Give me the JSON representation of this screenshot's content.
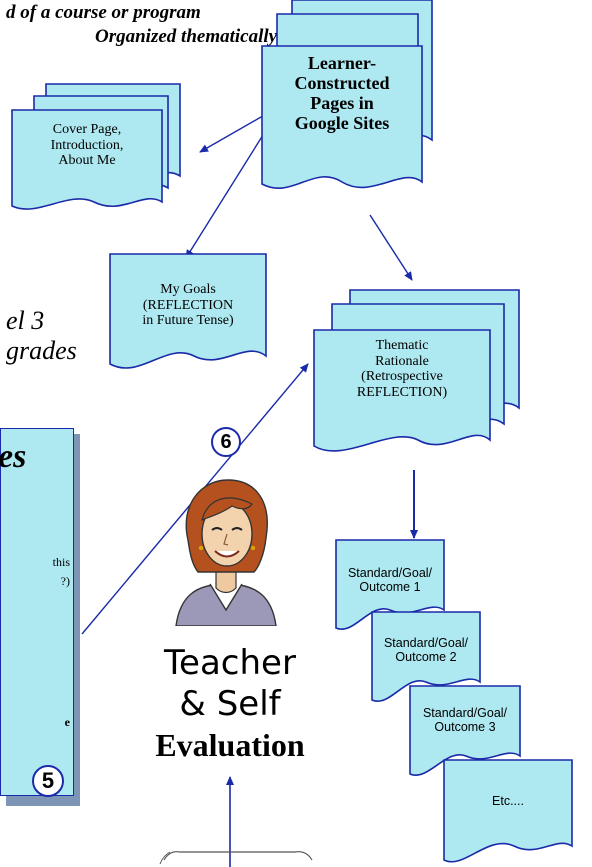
{
  "header": {
    "line1": "d of a course or program",
    "line2": "Organized thematically"
  },
  "level": {
    "line1": "el 3",
    "line2": "grades"
  },
  "google_sites": {
    "label": "Learner-\nConstructed\nPages in\nGoogle Sites"
  },
  "cover": {
    "label": "Cover Page,\nIntroduction,\nAbout Me"
  },
  "goals": {
    "label": "My Goals\n(REFLECTION\nin Future Tense)"
  },
  "thematic": {
    "label": "Thematic\nRationale\n(Retrospective\nREFLECTION)"
  },
  "left_panel": {
    "title": "es",
    "text1": "this",
    "text2": "?)",
    "text3": "e"
  },
  "badges": {
    "six": "6",
    "five": "5"
  },
  "evaluation": {
    "line1": "Teacher",
    "line2": "& Self",
    "line3": "Evaluation"
  },
  "standards": [
    {
      "label": "Standard/Goal/\nOutcome 1"
    },
    {
      "label": "Standard/Goal/\nOutcome 2"
    },
    {
      "label": "Standard/Goal/\nOutcome 3"
    },
    {
      "label": "Etc...."
    }
  ],
  "colors": {
    "doc_fill": "#aee8f0",
    "doc_stroke": "#1a2aa8",
    "arrow": "#1a2aa8",
    "shadow": "#7d96b6",
    "badge_stroke": "#1a2aa8"
  },
  "icons": {
    "teacher": "teacher-face-icon"
  }
}
